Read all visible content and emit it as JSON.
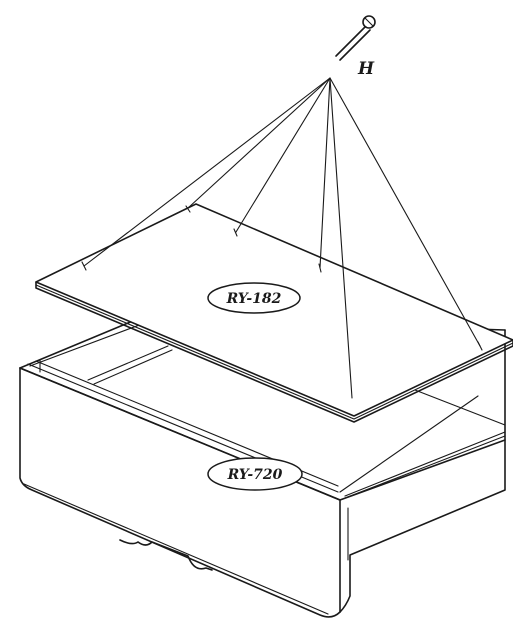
{
  "labels": {
    "hook_letter": "H",
    "upper_panel_part": "RY-182",
    "lower_tray_part": "RY-720"
  }
}
